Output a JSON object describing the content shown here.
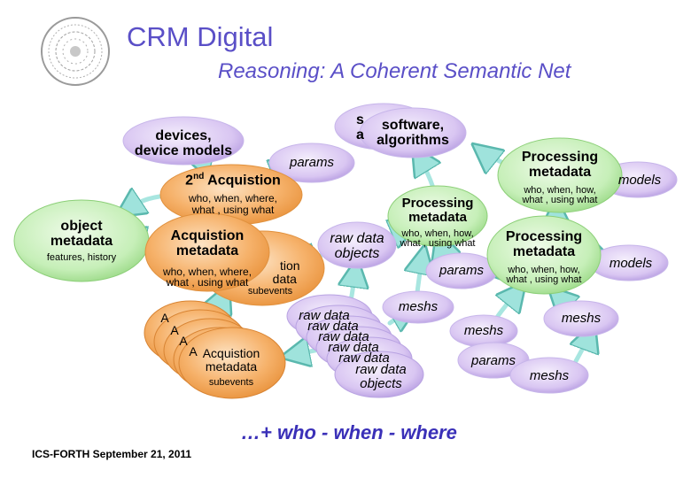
{
  "title": "CRM Digital",
  "subtitle": "Reasoning: A Coherent Semantic Net",
  "colors": {
    "title": "#5a4fc7",
    "tagline": "#3a30b8",
    "orange_node": "#f6b26b",
    "purple_node": "#d9c6f2",
    "green_node": "#c6efb8",
    "arrow": "#a8e6e0"
  },
  "nodes": {
    "devices": {
      "line1": "devices,",
      "line2": "device models"
    },
    "software_back": {
      "line1": "s",
      "line2": "a"
    },
    "software": {
      "line1": "software,",
      "line2": "algorithms"
    },
    "params_top": "params",
    "second_acquisition": {
      "title_base": "2",
      "title_sup": "nd",
      "title_rest": " Acquistion",
      "detail1": "who, when, where,",
      "detail2": "what , using what"
    },
    "object_metadata": {
      "line1": "object",
      "line2": "metadata",
      "detail": "features, history"
    },
    "acquisition_mid": {
      "line1": "Acquistion",
      "line2": "metadata",
      "detail1": "who, when, where,",
      "detail2": "what , using what",
      "behind1": "tion",
      "behind2": "data",
      "subevents": "subevents"
    },
    "processing_mid": {
      "line1": "Processing",
      "line2": "metadata",
      "detail1": "who, when, how,",
      "detail2": "what , using what"
    },
    "raw_data_mid": {
      "line1": "raw data",
      "line2": "objects"
    },
    "processing_top": {
      "line1": "Processing",
      "line2": "metadata",
      "detail1": "who, when, how,",
      "detail2": "what , using what"
    },
    "models_top": "models",
    "processing_right": {
      "line1": "Processing",
      "line2": "metadata",
      "detail1": "who, when, how,",
      "detail2": "what , using what"
    },
    "models_right": "models",
    "params_mid": "params",
    "meshs_mid": "meshs",
    "meshs_lower": "meshs",
    "meshs_right": "meshs",
    "params_low": "params",
    "meshs_low": "meshs",
    "stack_acq": {
      "line1": "Acquistion",
      "line2": "metadata",
      "subevents": "subevents",
      "peek": [
        "A",
        "A",
        "A",
        "A"
      ]
    },
    "stack_raw": {
      "line1": "raw data",
      "line2": "objects",
      "peek": [
        "raw data",
        "raw data",
        "raw data",
        "raw data",
        "raw data"
      ]
    }
  },
  "footer": {
    "tagline": "…+ who - when - where",
    "org": "ICS-FORTH September 21, 2011"
  }
}
